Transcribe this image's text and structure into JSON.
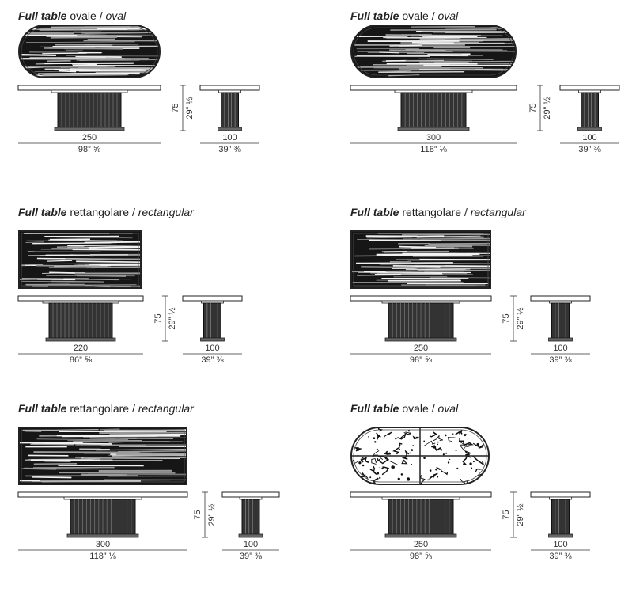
{
  "panels": [
    {
      "bold": "Full table",
      "type_it": "ovale",
      "sep": " / ",
      "type_en": "oval",
      "shape": "oval",
      "top": "wood",
      "main_w": "250",
      "main_in": "98” ⅝",
      "side_w": "100",
      "side_in": "39” ⅜",
      "h": "75",
      "h_in": "29” ½"
    },
    {
      "bold": "Full table",
      "type_it": "ovale",
      "sep": " / ",
      "type_en": "oval",
      "shape": "oval",
      "top": "wood",
      "main_w": "300",
      "main_in": "118” ⅛",
      "side_w": "100",
      "side_in": "39” ⅜",
      "h": "75",
      "h_in": "29” ½"
    },
    {
      "bold": "Full table",
      "type_it": "rettangolare",
      "sep": " / ",
      "type_en": "rectangular",
      "shape": "rect",
      "top": "wood",
      "main_w": "220",
      "main_in": "86” ⅝",
      "side_w": "100",
      "side_in": "39” ⅜",
      "h": "75",
      "h_in": "29” ½"
    },
    {
      "bold": "Full table",
      "type_it": "rettangolare",
      "sep": " / ",
      "type_en": "rectangular",
      "shape": "rect",
      "top": "wood",
      "main_w": "250",
      "main_in": "98” ⅝",
      "side_w": "100",
      "side_in": "39” ⅜",
      "h": "75",
      "h_in": "29” ½"
    },
    {
      "bold": "Full table",
      "type_it": "rettangolare",
      "sep": " / ",
      "type_en": "rectangular",
      "shape": "rect",
      "top": "wood",
      "main_w": "300",
      "main_in": "118” ⅛",
      "side_w": "100",
      "side_in": "39” ⅜",
      "h": "75",
      "h_in": "29” ½"
    },
    {
      "bold": "Full table",
      "type_it": "ovale",
      "sep": " / ",
      "type_en": "oval",
      "shape": "oval",
      "top": "marble",
      "main_w": "250",
      "main_in": "98” ⅝",
      "side_w": "100",
      "side_in": "39” ⅜",
      "h": "75",
      "h_in": "29” ½"
    }
  ]
}
